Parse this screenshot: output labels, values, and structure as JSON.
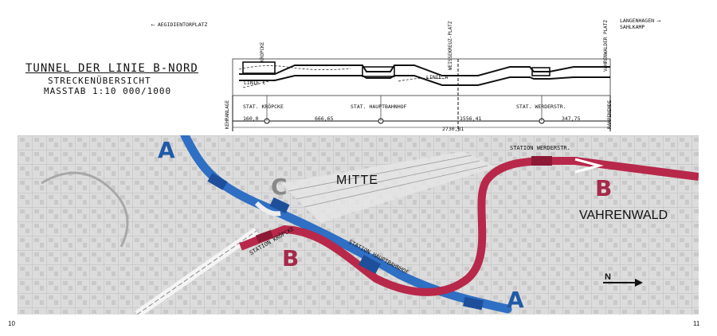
{
  "header": {
    "title": "TUNNEL DER LINIE B-NORD",
    "subtitle": "STRECKENÜBERSICHT",
    "scale": "MASSTAB 1:10 000/1000"
  },
  "profile": {
    "dir_left": "AEGIDIENTORPLATZ",
    "dir_right_1": "LANGENHAGEN",
    "dir_right_2": "SAHLKAMP",
    "kropcke_label": "KRÖPCKE",
    "weissekreuz_label": "WEISSEKREUZ-PLATZ",
    "vahrenwalder_label": "VAHRENWALDER PLATZ",
    "kehranlage": "KEHRANLAGE",
    "rampenende": "RAMPENENDE",
    "line_c": "LINIE C",
    "line_a": "LINIE A",
    "stations": [
      "STAT. KRÖPCKE",
      "STAT. HAUPTBAHNHOF",
      "STAT. WERDERSTR."
    ],
    "distances": [
      "160,0",
      "666,65",
      "1556,41",
      "347,75"
    ],
    "total": "2730,81"
  },
  "map": {
    "labels": {
      "A_top": "A",
      "A_bottom": "A",
      "B_left": "B",
      "B_right": "B",
      "C": "C",
      "mitte": "MITTE",
      "vahrenwald": "VAHRENWALD",
      "station_kropcke": "STATION KRÖPCKE",
      "station_hbf": "STATION HAUPTBAHNHOF",
      "station_werder": "STATION WERDERSTR.",
      "north": "N"
    },
    "colors": {
      "line_a": "#2f6fc4",
      "line_b": "#b8284a",
      "station_a": "#1d4f9a",
      "station_b": "#8c1a36",
      "label_a": "#1f5aa8",
      "label_b": "#a52a4a",
      "label_c": "#888888",
      "map_base": "#d9d9d9"
    }
  },
  "pages": {
    "left": "10",
    "right": "11"
  }
}
